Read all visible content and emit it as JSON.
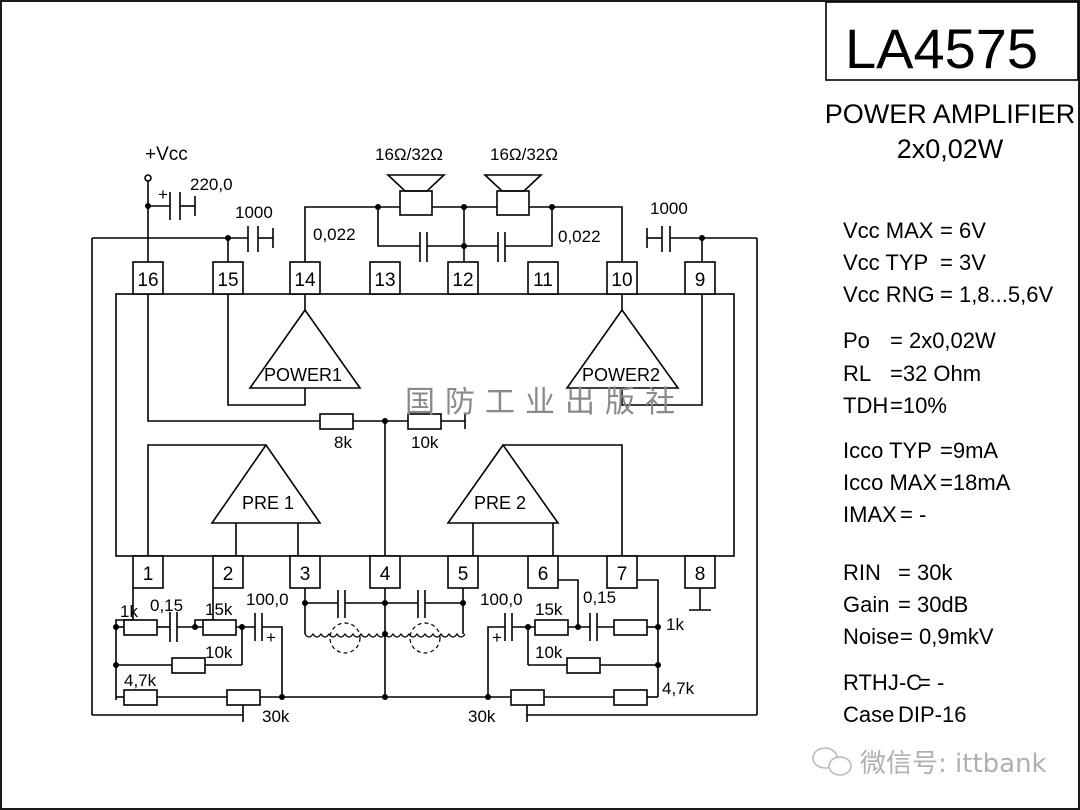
{
  "chip": {
    "name": "LA4575",
    "type": "POWER AMPLIFIER",
    "power_rating": "2x0,02W"
  },
  "specs": [
    {
      "param": "Vcc MAX",
      "value": "= 6V"
    },
    {
      "param": "Vcc TYP",
      "value": "= 3V"
    },
    {
      "param": "Vcc RNG",
      "value": "= 1,8...5,6V"
    },
    {
      "param": "Po",
      "value": "= 2x0,02W"
    },
    {
      "param": "RL",
      "value": "=32 Ohm"
    },
    {
      "param": "TDH",
      "value": "=10%"
    },
    {
      "param": "Icco TYP",
      "value": "=9mA"
    },
    {
      "param": "Icco MAX",
      "value": "=18mA"
    },
    {
      "param": "IMAX",
      "value": "=   -"
    },
    {
      "param": "RIN",
      "value": "= 30k"
    },
    {
      "param": "Gain",
      "value": "= 30dB"
    },
    {
      "param": "Noise",
      "value": "= 0,9mkV"
    },
    {
      "param": "RTHJ-C",
      "value": "=  -"
    },
    {
      "param": "Case",
      "value": "DIP-16"
    }
  ],
  "pins_top": [
    "16",
    "15",
    "14",
    "13",
    "12",
    "11",
    "10",
    "9"
  ],
  "pins_bottom": [
    "1",
    "2",
    "3",
    "4",
    "5",
    "6",
    "7",
    "8"
  ],
  "amplifiers": {
    "power1": "POWER1",
    "power2": "POWER2",
    "pre1": "PRE 1",
    "pre2": "PRE 2"
  },
  "components": {
    "vcc": "+Vcc",
    "c_vcc": "220,0",
    "c_pin15": "1000",
    "c_pin9": "1000",
    "c_out1": "0,022",
    "c_out2": "0,022",
    "speaker1": "16Ω/32Ω",
    "speaker2": "16Ω/32Ω",
    "r_8k": "8k",
    "r_10k_mid": "10k",
    "left_r1k": "1k",
    "left_c015": "0,15",
    "left_r15k": "15k",
    "left_c100": "100,0",
    "left_r10k": "10k",
    "left_r47k": "4,7k",
    "left_pot": "30k",
    "right_r1k": "1k",
    "right_c015": "0,15",
    "right_r15k": "15k",
    "right_c100": "100,0",
    "right_r10k": "10k",
    "right_r47k": "4,7k",
    "right_pot": "30k",
    "plus": "+"
  },
  "watermark": {
    "publisher": "国防工业出版社",
    "wechat": "微信号: ittbank"
  }
}
